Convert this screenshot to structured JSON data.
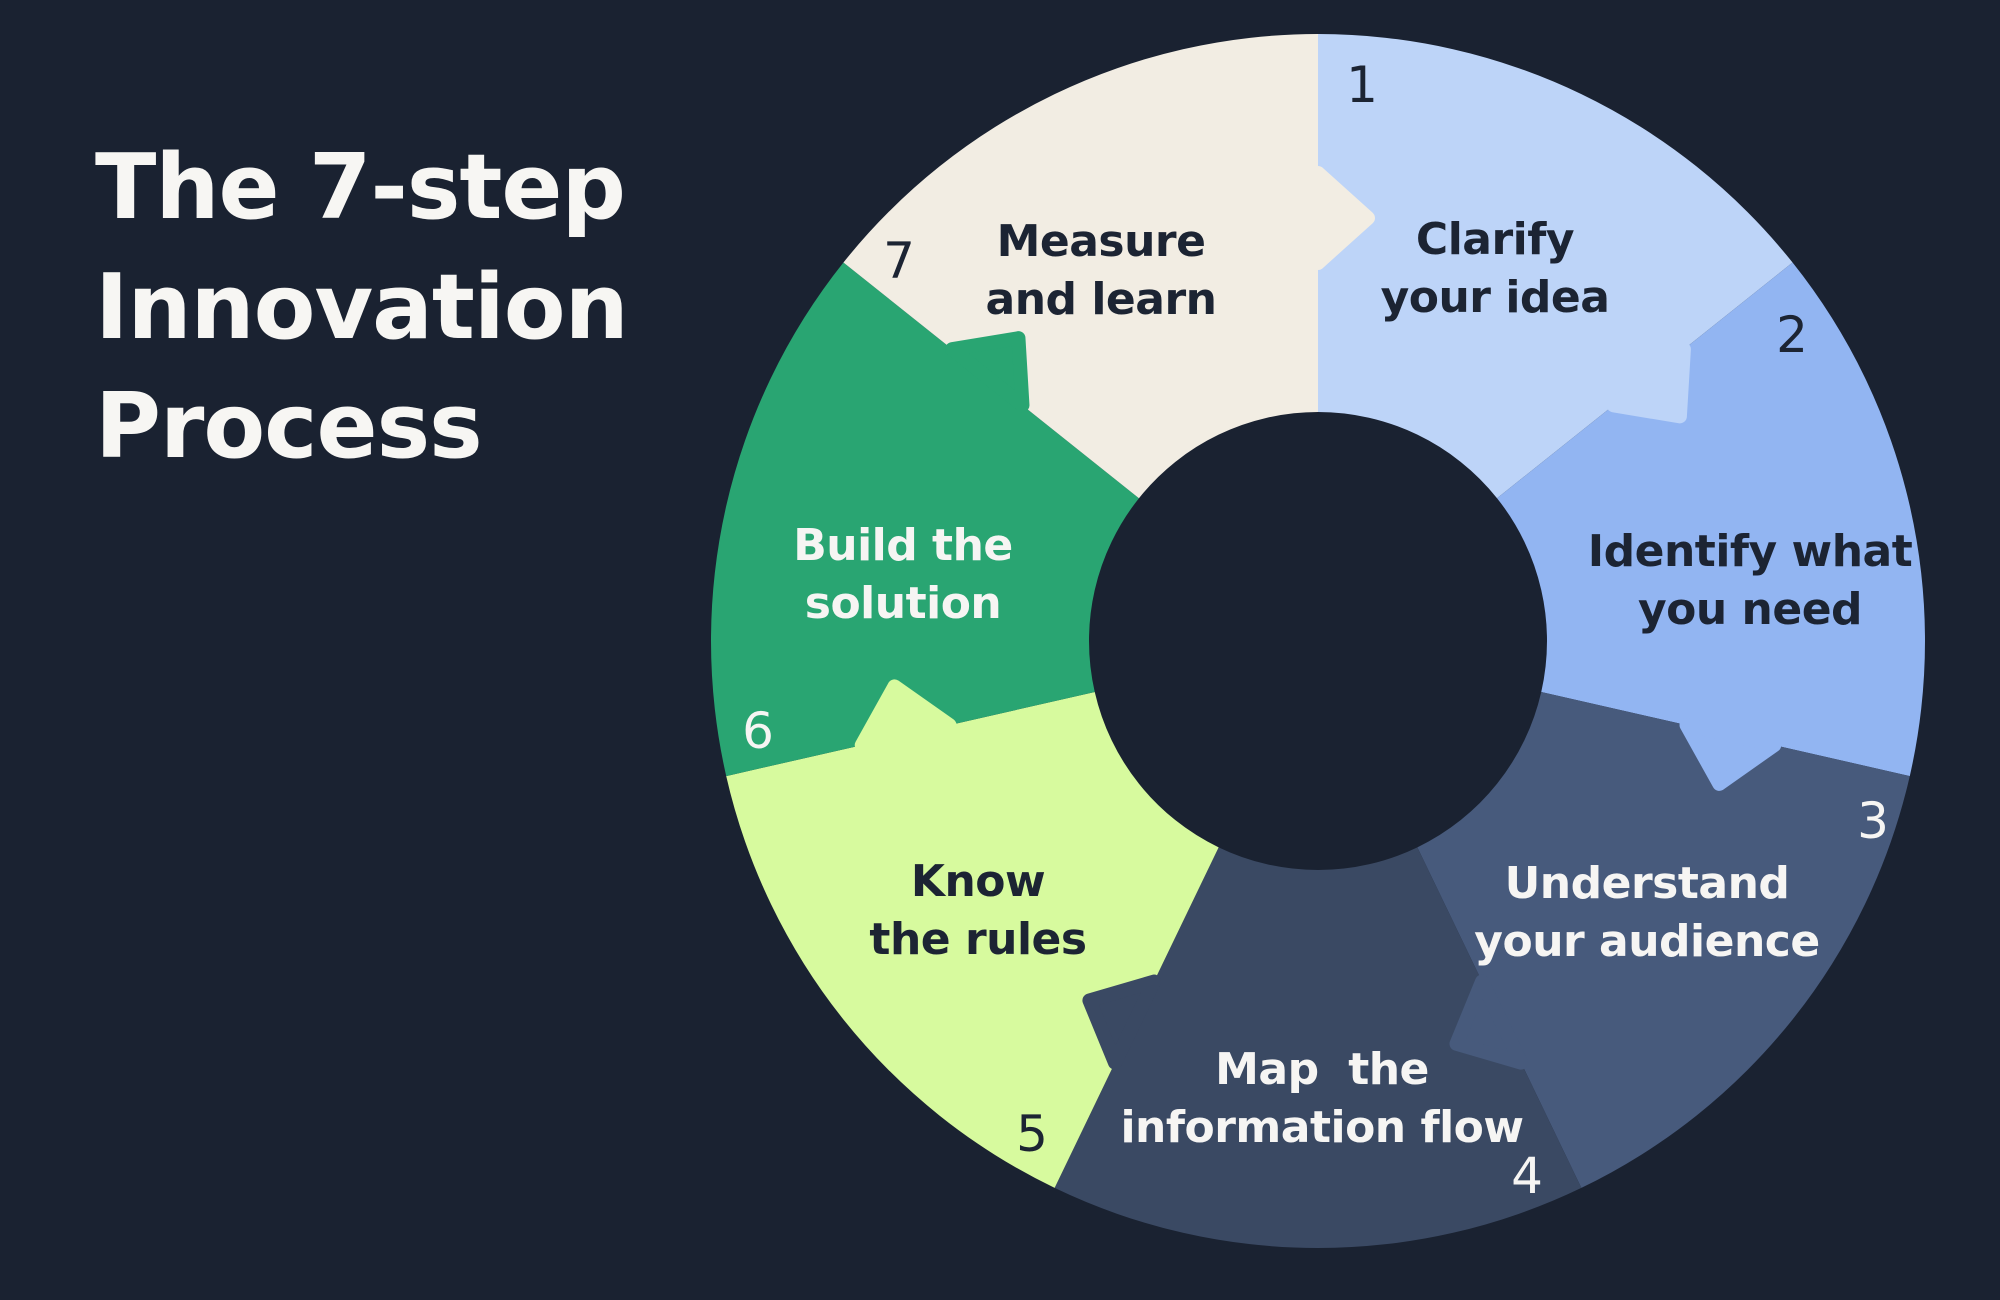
{
  "title": {
    "lines": [
      "The 7-step",
      "Innovation",
      "Process"
    ]
  },
  "colors": {
    "background": "#1a2231",
    "title_text": "#f7f6f3",
    "dark_text": "#1c2433",
    "light_text": "#f6f5f3"
  },
  "chart_data": {
    "type": "pie",
    "subtype": "circular-process-donut",
    "title": "The 7-step Innovation Process",
    "direction": "clockwise",
    "start_position": "12-oclock",
    "segment_count": 7,
    "equal_segments": true,
    "values": [
      1,
      1,
      1,
      1,
      1,
      1,
      1
    ],
    "inner_hole": true,
    "legend_position": "none",
    "segments": [
      {
        "step": 1,
        "label": "Clarify your idea",
        "label_lines": [
          "Clarify",
          "your idea"
        ],
        "color": "#bdd4f8",
        "text_color": "#1c2433",
        "number_color": "#1c2433"
      },
      {
        "step": 2,
        "label": "Identify what you need",
        "label_lines": [
          "Identify what",
          "you need"
        ],
        "color": "#92b5f2",
        "text_color": "#1c2433",
        "number_color": "#1c2433"
      },
      {
        "step": 3,
        "label": "Understand your audience",
        "label_lines": [
          "Understand",
          "your audience"
        ],
        "color": "#475a7c",
        "text_color": "#f6f5f3",
        "number_color": "#f6f5f3"
      },
      {
        "step": 4,
        "label": "Map  the information flow",
        "label_lines": [
          "Map  the",
          "information flow"
        ],
        "color": "#3a4963",
        "text_color": "#f6f5f3",
        "number_color": "#f6f5f3"
      },
      {
        "step": 5,
        "label": "Know the rules",
        "label_lines": [
          "Know",
          "the rules"
        ],
        "color": "#d7fa9e",
        "text_color": "#1c2433",
        "number_color": "#1c2433"
      },
      {
        "step": 6,
        "label": "Build the solution",
        "label_lines": [
          "Build the",
          "solution"
        ],
        "color": "#29a572",
        "text_color": "#f6f5f3",
        "number_color": "#f6f5f3"
      },
      {
        "step": 7,
        "label": "Measure and learn",
        "label_lines": [
          "Measure",
          "and learn"
        ],
        "color": "#f2ede3",
        "text_color": "#1c2433",
        "number_color": "#1c2433"
      }
    ]
  }
}
